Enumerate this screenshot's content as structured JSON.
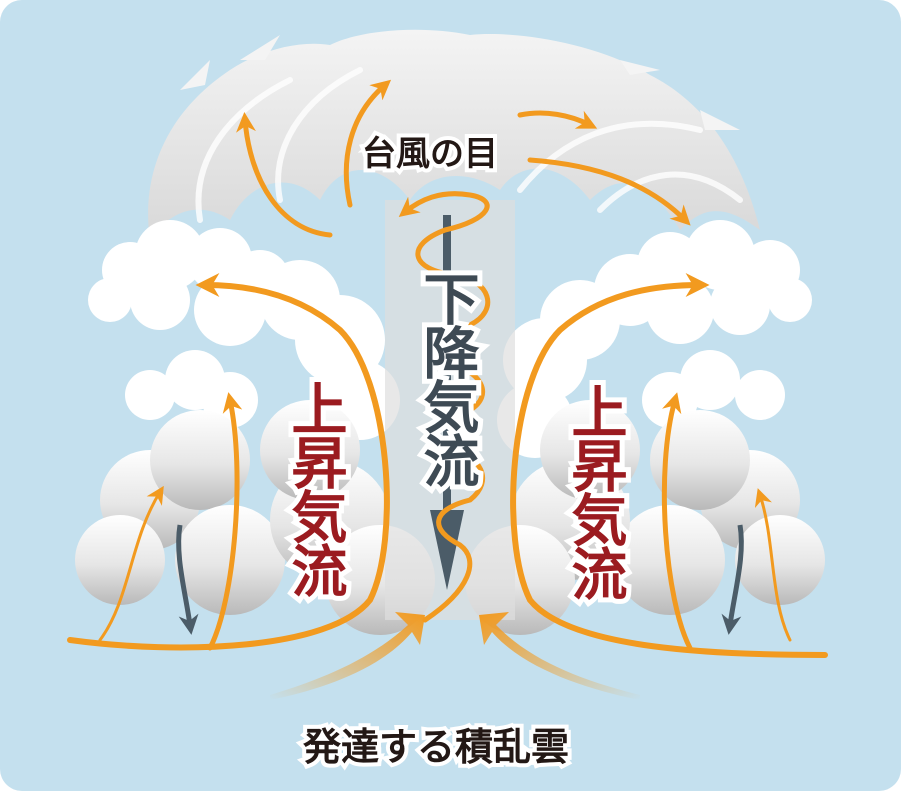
{
  "labels": {
    "eye": "台風の目",
    "downdraft": "下降気流",
    "updraft_left": "上昇気流",
    "updraft_right": "上昇気流",
    "caption": "発達する積乱雲"
  },
  "colors": {
    "background": "#c4e0ee",
    "arrow_orange": "#f29a1f",
    "updraft_text": "#9b1b20",
    "downdraft_text": "#3e4a54",
    "downdraft_arrow": "#4b5c68"
  }
}
